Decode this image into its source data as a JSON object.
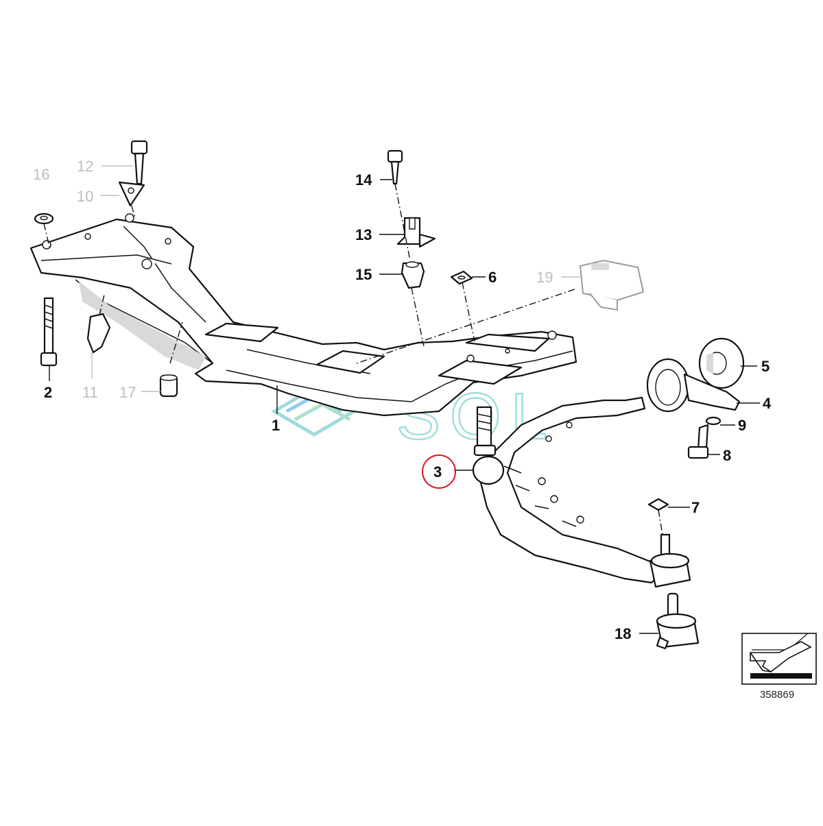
{
  "diagram": {
    "number": "358869",
    "watermark": "SOL",
    "highlighted_part": "3",
    "highlight_color": "#e0131a",
    "ghost_label_color": "#bdbdbd",
    "watermark_color": "#8fd7d6",
    "callouts": {
      "p1": "1",
      "p2": "2",
      "p3": "3",
      "p4": "4",
      "p5": "5",
      "p6": "6",
      "p7": "7",
      "p8": "8",
      "p9": "9",
      "p10": "10",
      "p11": "11",
      "p12": "12",
      "p13": "13",
      "p14": "14",
      "p15": "15",
      "p16": "16",
      "p17": "17",
      "p18": "18",
      "p19": "19"
    },
    "icons": {
      "direction": "front-direction-arrow-icon"
    }
  }
}
